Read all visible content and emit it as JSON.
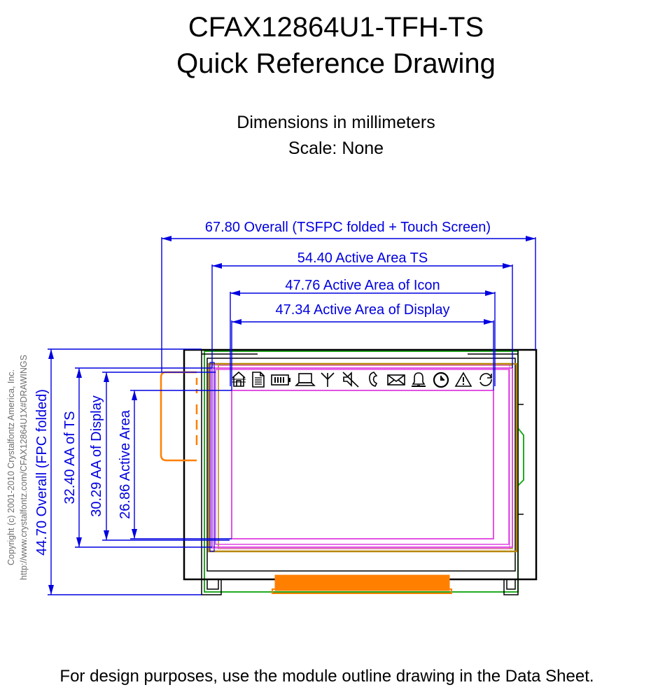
{
  "title": {
    "line1": "CFAX12864U1-TFH-TS",
    "line2": "Quick Reference Drawing"
  },
  "subtitle": {
    "line1": "Dimensions in millimeters",
    "line2": "Scale: None"
  },
  "dimensions": {
    "overall_width": "67.80 Overall (TSFPC folded + Touch Screen)",
    "active_area_ts": "54.40 Active Area TS",
    "active_area_icon": "47.76 Active Area of Icon",
    "active_area_display": "47.34 Active Area of Display",
    "overall_height": "44.70 Overall (FPC folded)",
    "aa_of_ts": "32.40 AA of TS",
    "aa_of_display": "30.29 AA of Display",
    "active_area": "26.86 Active Area"
  },
  "copyright": {
    "line1": "Copyright (c) 2001-2010 Crystalfontz America, Inc.",
    "line2": "http://www.crystalfontz.com/CFAX12864U1X#DRAWINGS"
  },
  "footer_note": "For design purposes, use the module outline drawing in the Data Sheet.",
  "colors": {
    "dimension": "#0000e0",
    "outline": "#000000",
    "fpc": "#ff7f00",
    "touch_screen": "#b8860b",
    "display_area": "#e040e0",
    "frame": "#22aa22"
  },
  "icons": [
    "house-icon",
    "document-icon",
    "battery-icon",
    "laptop-icon",
    "antenna-icon",
    "speaker-mute-icon",
    "phone-icon",
    "envelope-icon",
    "bell-icon",
    "clock-icon",
    "warning-icon",
    "refresh-icon"
  ]
}
